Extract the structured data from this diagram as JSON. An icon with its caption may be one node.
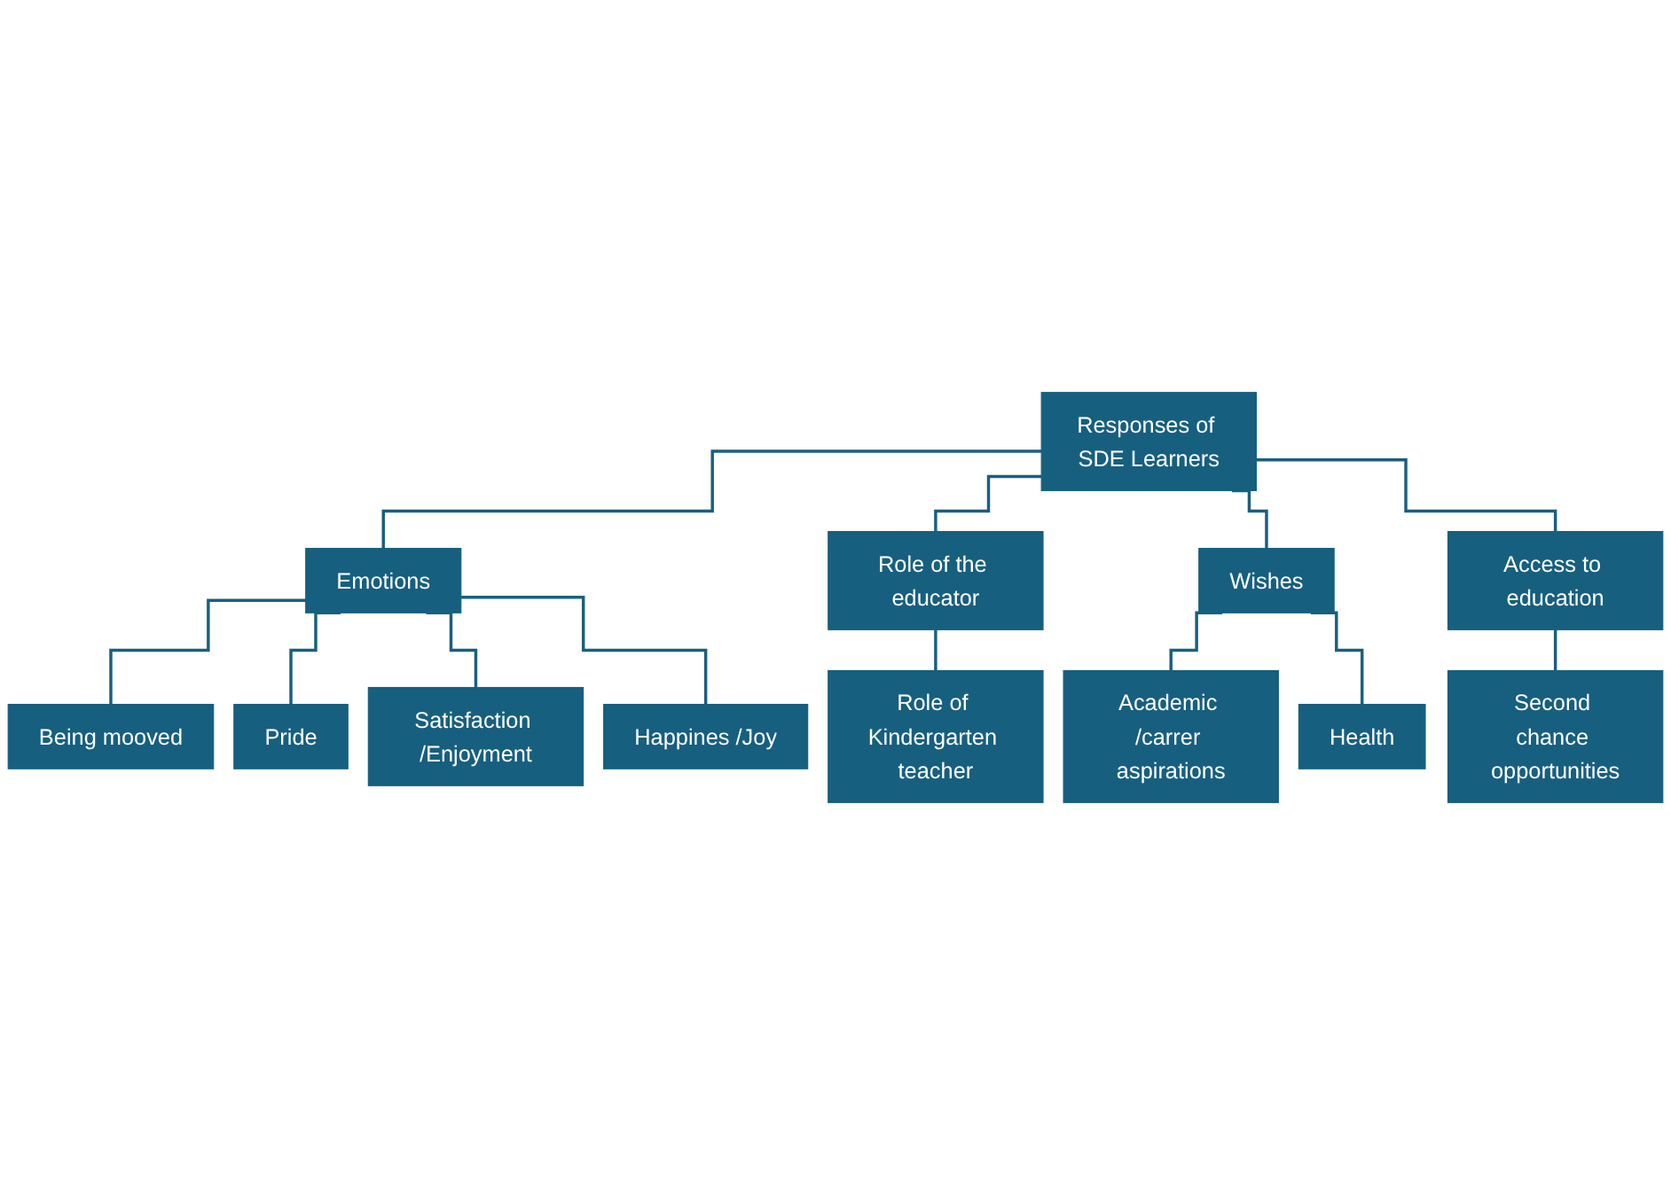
{
  "diagram": {
    "nodes": [
      {
        "text": [
          "Responses of SDE Learners"
        ]
      },
      {
        "text": [
          "Emotions"
        ]
      },
      {
        "text": [
          "Role of the educator"
        ]
      },
      {
        "text": [
          "Wishes"
        ]
      },
      {
        "text": [
          "Access to education"
        ]
      },
      {
        "text": [
          "Being mooved"
        ]
      },
      {
        "text": [
          "Pride"
        ]
      },
      {
        "text": [
          "Satisfaction /Enjoyment"
        ]
      },
      {
        "text": [
          "Happines /Joy"
        ]
      },
      {
        "text": [
          "Role of Kindergarten teacher"
        ]
      },
      {
        "text": [
          "Academic /carrer aspirations"
        ]
      },
      {
        "text": [
          "Health"
        ]
      },
      {
        "text": [
          "Second chance opportunities"
        ]
      }
    ],
    "edges": [
      {
        "from": 0,
        "to": 1,
        "arrow": "none"
      },
      {
        "from": 0,
        "to": 2,
        "arrow": "none"
      },
      {
        "from": 0,
        "to": 3,
        "arrow": "none"
      },
      {
        "from": 0,
        "to": 4,
        "arrow": "none"
      },
      {
        "from": 1,
        "to": 5,
        "arrow": "none"
      },
      {
        "from": 1,
        "to": 6,
        "arrow": "none"
      },
      {
        "from": 1,
        "to": 7,
        "arrow": "none"
      },
      {
        "from": 1,
        "to": 8,
        "arrow": "none"
      },
      {
        "from": 2,
        "to": 9,
        "arrow": "none"
      },
      {
        "from": 3,
        "to": 10,
        "arrow": "none"
      },
      {
        "from": 3,
        "to": 11,
        "arrow": "none"
      },
      {
        "from": 4,
        "to": 12,
        "arrow": "none"
      }
    ]
  }
}
